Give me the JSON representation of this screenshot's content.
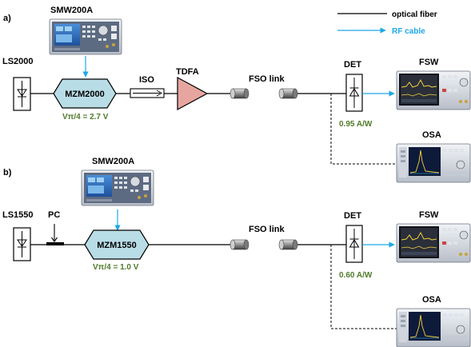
{
  "colors": {
    "fiber": "#000000",
    "rf": "#1ea8e6",
    "modulator_fill": "#b9dde6",
    "amplifier_fill": "#e7a5a0",
    "value_text": "#4f7a2a"
  },
  "legend": {
    "optical_fiber": "optical fiber",
    "rf_cable": "RF cable"
  },
  "setup_a": {
    "panel_label": "a)",
    "generator": "SMW200A",
    "laser": "LS2000",
    "modulator": "MZM2000",
    "modulator_bias": "Vπ/4 = 2.7 V",
    "isolator": "ISO",
    "amplifier": "TDFA",
    "fso_link": "FSO link",
    "detector": "DET",
    "responsivity": "0.95 A/W",
    "analyzer": "FSW",
    "osa": "OSA"
  },
  "setup_b": {
    "panel_label": "b)",
    "generator": "SMW200A",
    "laser": "LS1550",
    "polarization_controller": "PC",
    "modulator": "MZM1550",
    "modulator_bias": "Vπ/4 = 1.0 V",
    "fso_link": "FSO link",
    "detector": "DET",
    "responsivity": "0.60 A/W",
    "analyzer": "FSW",
    "osa": "OSA"
  }
}
